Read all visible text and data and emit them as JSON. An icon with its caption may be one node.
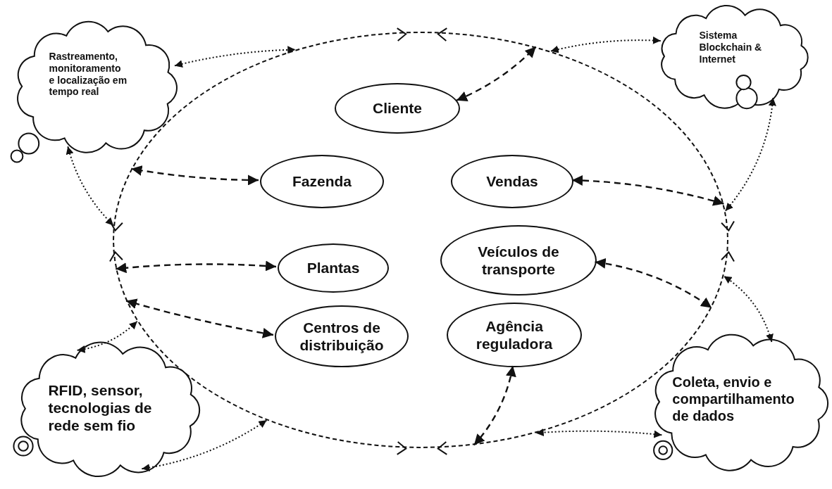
{
  "diagram": {
    "nodes": [
      {
        "text": [],
        "shape": "ellipse"
      },
      {
        "text": [
          "Rastreamento, monitoramento e localização em tempo real"
        ]
      },
      {
        "text": [
          "Sistema Blockchain & Internet"
        ]
      },
      {
        "text": [
          "Cliente"
        ],
        "in": 0
      },
      {
        "text": [
          "Fazenda"
        ],
        "in": 0
      },
      {
        "text": [
          "Vendas"
        ],
        "in": 0
      },
      {
        "text": [
          "Plantas"
        ],
        "in": 0
      },
      {
        "text": [
          "Veículos de transporte"
        ],
        "in": 0
      },
      {
        "text": [
          "Centros de distribuição"
        ],
        "in": 0
      },
      {
        "text": [
          "Agência reguladora"
        ],
        "in": 0
      },
      {
        "text": [
          "RFID, sensor, tecnologias de rede sem fio"
        ]
      },
      {
        "text": [
          "Coleta, envio e compartilhamento de dados"
        ]
      }
    ],
    "edges": [
      {
        "from": 3,
        "to": 0,
        "arrow": "both",
        "style": "dashed"
      },
      {
        "from": 4,
        "to": 0,
        "arrow": "both",
        "style": "dashed"
      },
      {
        "from": 5,
        "to": 0,
        "arrow": "both",
        "style": "dashed"
      },
      {
        "from": 6,
        "to": 0,
        "arrow": "both",
        "style": "dashed"
      },
      {
        "from": 7,
        "to": 0,
        "arrow": "both",
        "style": "dashed"
      },
      {
        "from": 8,
        "to": 0,
        "arrow": "both",
        "style": "dashed"
      },
      {
        "from": 9,
        "to": 0,
        "arrow": "both",
        "style": "dashed"
      },
      {
        "from": 1,
        "to": 0,
        "arrow": "both"
      },
      {
        "from": 1,
        "to": 0,
        "arrow": "both"
      },
      {
        "from": 2,
        "to": 0,
        "arrow": "both"
      },
      {
        "from": 2,
        "to": 0,
        "arrow": "both"
      },
      {
        "from": 11,
        "to": 0,
        "arrow": "both"
      },
      {
        "from": 11,
        "to": 0,
        "arrow": "both"
      },
      {
        "from": 10,
        "to": 0,
        "arrow": "both"
      },
      {
        "from": 10,
        "to": 0,
        "arrow": "both"
      }
    ]
  }
}
